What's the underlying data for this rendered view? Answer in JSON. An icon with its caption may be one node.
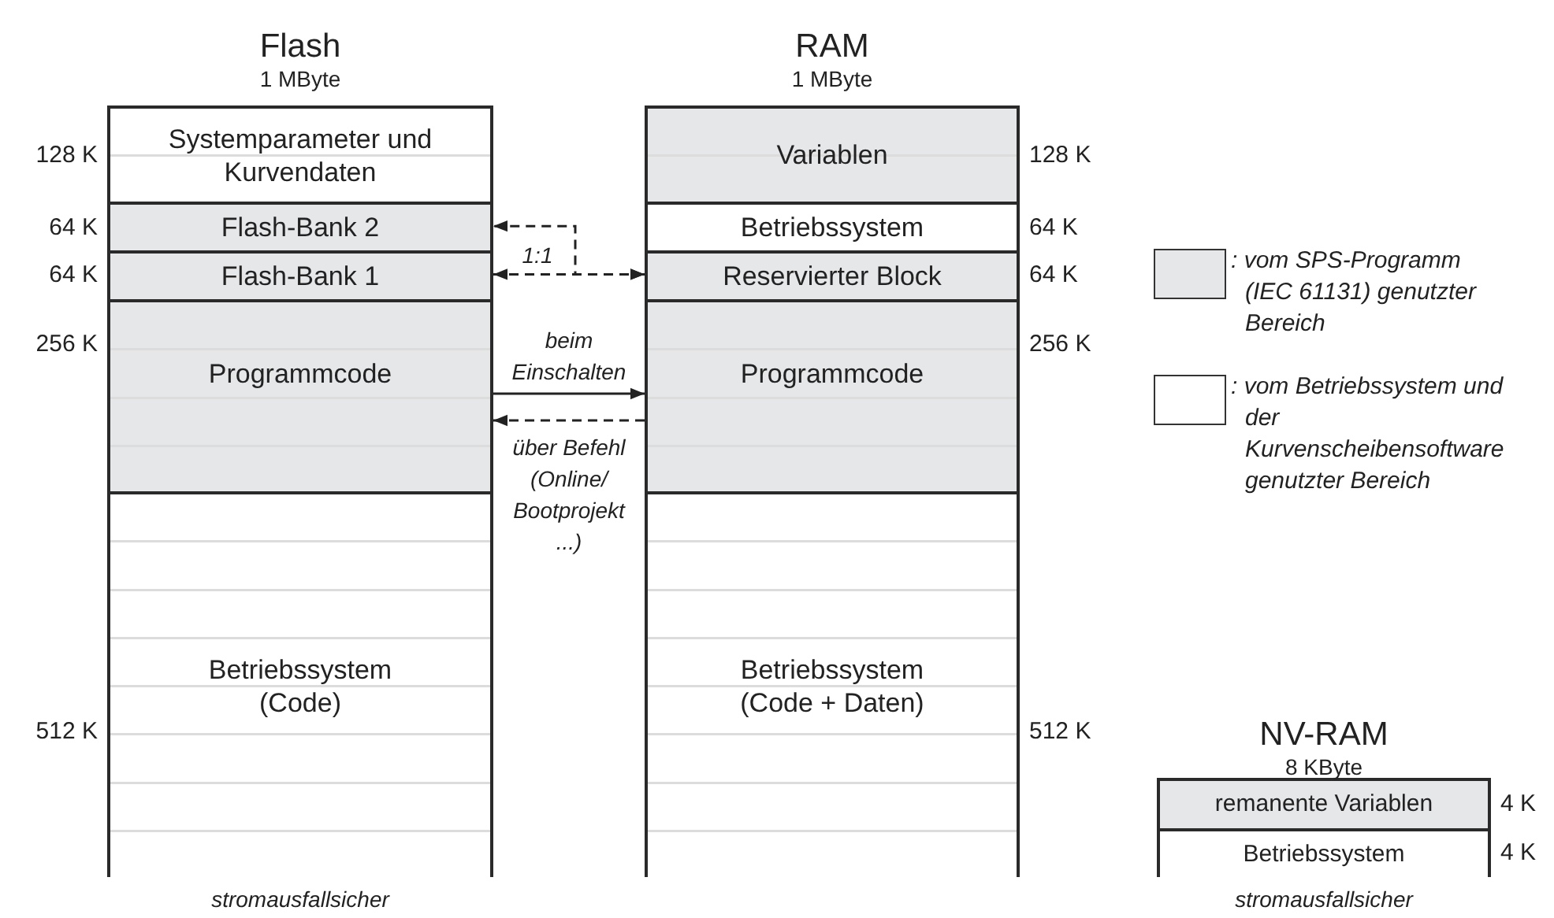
{
  "diagram": {
    "nodes": [
      {
        "text": [
          "Flash",
          "1 MByte"
        ],
        "beside": [
          "stromausfallsicher"
        ]
      },
      {
        "text": [
          "Systemparameter und Kurvendaten"
        ],
        "in": 0,
        "beside": [
          "128 K"
        ]
      },
      {
        "text": [
          "Flash-Bank 2"
        ],
        "in": 0,
        "beside": [
          "64 K"
        ]
      },
      {
        "text": [
          "Flash-Bank 1"
        ],
        "in": 0,
        "beside": [
          "64 K"
        ]
      },
      {
        "text": [
          "Programmcode"
        ],
        "in": 0,
        "beside": [
          "256 K"
        ]
      },
      {
        "text": [
          "Betriebssystem (Code)"
        ],
        "in": 0,
        "beside": [
          "512 K"
        ]
      },
      {
        "text": [
          "RAM",
          "1 MByte"
        ]
      },
      {
        "text": [
          "Variablen"
        ],
        "in": 6,
        "beside": [
          "128 K"
        ]
      },
      {
        "text": [
          "Betriebssystem"
        ],
        "in": 6,
        "beside": [
          "64 K"
        ]
      },
      {
        "text": [
          "Reservierter Block"
        ],
        "in": 6,
        "beside": [
          "64 K"
        ]
      },
      {
        "text": [
          "Programmcode"
        ],
        "in": 6,
        "beside": [
          "256 K"
        ]
      },
      {
        "text": [
          "Betriebssystem (Code + Daten)"
        ],
        "in": 6,
        "beside": [
          "512 K"
        ]
      },
      {
        "text": [
          "NV-RAM",
          "8 KByte"
        ],
        "beside": [
          "stromausfallsicher"
        ]
      },
      {
        "text": [
          "remanente Variablen"
        ],
        "in": 12,
        "beside": [
          "4 K"
        ]
      },
      {
        "text": [
          "Betriebssystem"
        ],
        "in": 12,
        "beside": [
          "4 K"
        ]
      }
    ],
    "edges": [
      {
        "from": 3,
        "to": 9,
        "arrow": "both",
        "label": "1:1",
        "style": "dashed"
      },
      {
        "from": 9,
        "to": 2,
        "arrow": "both",
        "style": "dashed"
      },
      {
        "from": 4,
        "to": 10,
        "arrow": "to",
        "label": "beim Einschalten"
      },
      {
        "from": 10,
        "to": 4,
        "arrow": "to",
        "label": "über Befehl (Online/Bootprojekt ...)",
        "style": "dashed"
      }
    ],
    "legend": [
      {
        "text": ": vom SPS-Programm (IEC 61131) genutzter Bereich",
        "color": "#e6e7e9"
      },
      {
        "text": ": vom Betriebssystem und der Kurvenscheibensoftware genutzter Bereich",
        "color": "#ffffff"
      }
    ]
  }
}
